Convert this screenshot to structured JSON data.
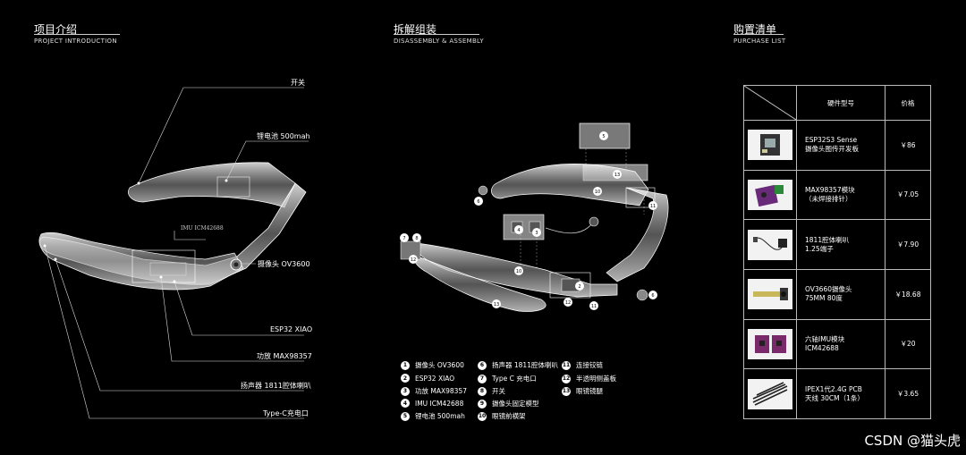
{
  "sections": {
    "intro": {
      "title": "项目介绍",
      "subtitle": "PROJECT INTRODUCTION"
    },
    "assembly": {
      "title": "拆解组装",
      "subtitle": "DISASSEMBLY & ASSEMBLY"
    },
    "purchase": {
      "title": "购置清单",
      "subtitle": "PURCHASE LIST"
    }
  },
  "intro_callouts": {
    "switch": "开关",
    "battery": "锂电池 500mah",
    "camera": "摄像头 OV3600",
    "esp32": "ESP32 XIAO",
    "amp": "功放 MAX98357",
    "speaker": "扬声器 1811腔体喇叭",
    "typec": "Type-C充电口",
    "imu": "IMU     ICM42688"
  },
  "legend": [
    {
      "num": "1",
      "label": "摄像头 OV3600"
    },
    {
      "num": "2",
      "label": "ESP32 XIAO"
    },
    {
      "num": "3",
      "label": "功放 MAX98357"
    },
    {
      "num": "4",
      "label": "IMU ICM42688"
    },
    {
      "num": "5",
      "label": "锂电池 500mah"
    },
    {
      "num": "6",
      "label": "扬声器 1811腔体喇叭"
    },
    {
      "num": "7",
      "label": "Type C 充电口"
    },
    {
      "num": "8",
      "label": "开关"
    },
    {
      "num": "9",
      "label": "摄像头固定模型"
    },
    {
      "num": "10",
      "label": "眼镜前横架"
    },
    {
      "num": "11",
      "label": "连接铰链"
    },
    {
      "num": "12",
      "label": "半透明侧盖板"
    },
    {
      "num": "13",
      "label": "眼镜镜腿"
    }
  ],
  "purchase_list": {
    "header_model": "硬件型号",
    "header_price": "价格",
    "rows": [
      {
        "model_line1": "ESP32S3 Sense",
        "model_line2": "摄像头图传开发板",
        "price": "￥86",
        "thumb": "esp32-board-thumbnail"
      },
      {
        "model_line1": "MAX98357模块",
        "model_line2": "（未焊接排针）",
        "price": "￥7.05",
        "thumb": "amp-module-thumbnail"
      },
      {
        "model_line1": "1811腔体喇叭",
        "model_line2": "1.25端子",
        "price": "￥7.90",
        "thumb": "speaker-thumbnail"
      },
      {
        "model_line1": "OV3660摄像头",
        "model_line2": "75MM 80度",
        "price": "￥18.68",
        "thumb": "camera-thumbnail"
      },
      {
        "model_line1": "六轴IMU模块",
        "model_line2": "ICM42688",
        "price": "￥20",
        "thumb": "imu-module-thumbnail"
      },
      {
        "model_line1": "IPEX1代2.4G PCB",
        "model_line2": "天线 30CM（1条）",
        "price": "￥3.65",
        "thumb": "antenna-thumbnail"
      }
    ]
  },
  "watermark": "CSDN @猫头虎"
}
